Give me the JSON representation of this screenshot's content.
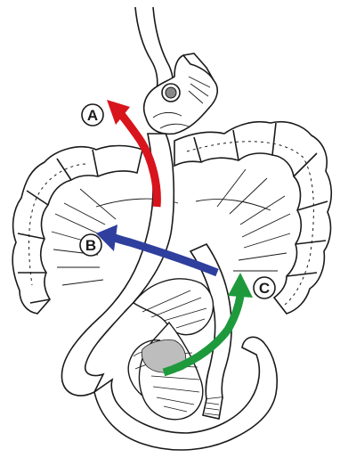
{
  "labels": {
    "a": "A",
    "b": "B",
    "c": "C"
  },
  "colors": {
    "line": "#1a1a1a",
    "background": "#ffffff",
    "arrow_a": "#d8141c",
    "arrow_b": "#2e3f9e",
    "arrow_c": "#1e9a3c"
  }
}
